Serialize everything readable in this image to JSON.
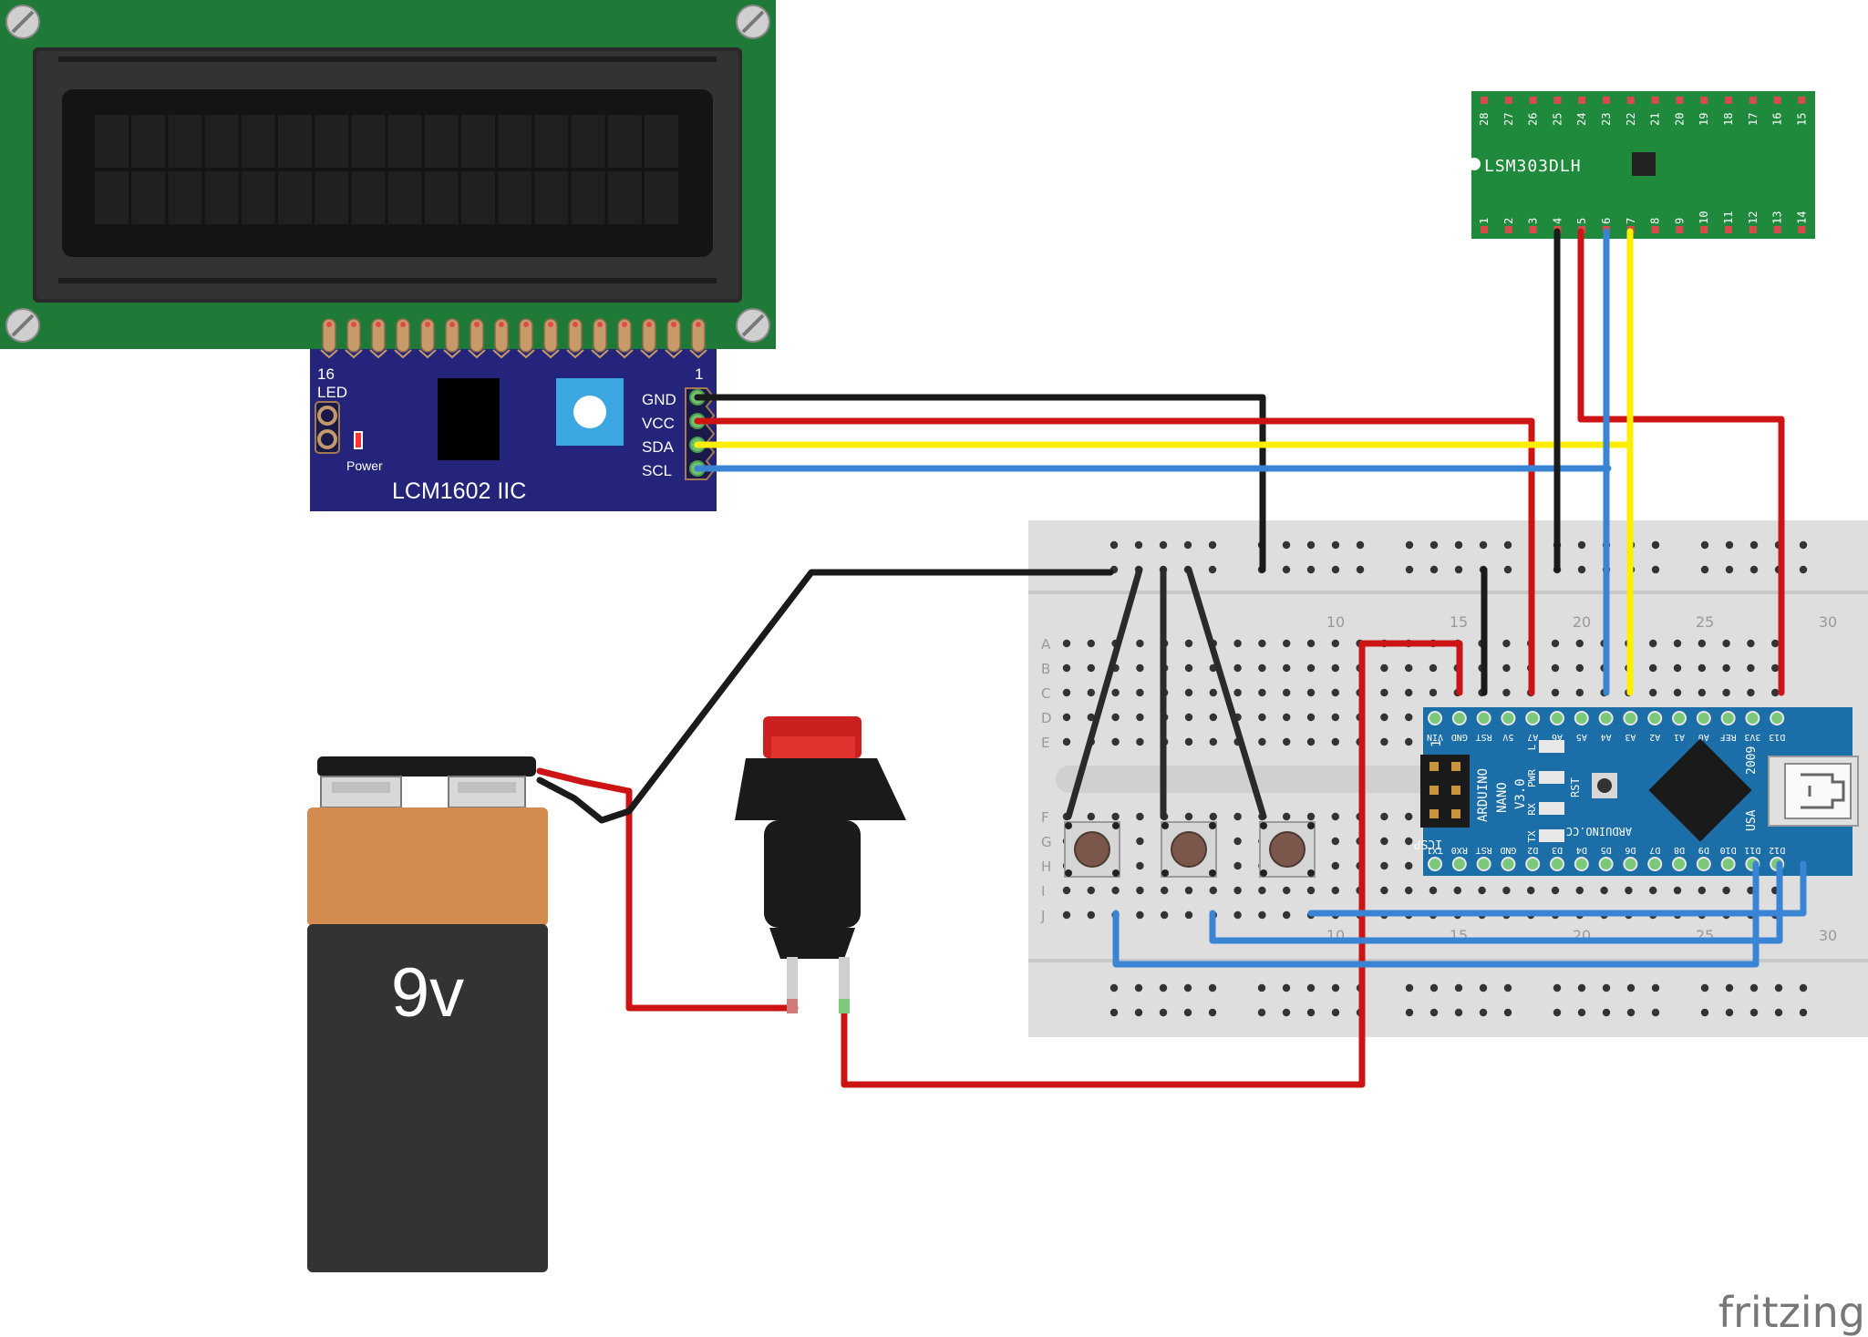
{
  "lcd_backpack": {
    "pin_16": "16",
    "pin_1": "1",
    "led_label": "LED",
    "power_label": "Power",
    "model_label": "LCM1602 IIC",
    "pins": [
      "GND",
      "VCC",
      "SDA",
      "SCL"
    ]
  },
  "accelerometer": {
    "name": "LSM303DLH",
    "top_pins": [
      "28",
      "27",
      "26",
      "25",
      "24",
      "23",
      "22",
      "21",
      "20",
      "19",
      "18",
      "17",
      "16",
      "15"
    ],
    "bottom_pins": [
      "1",
      "2",
      "3",
      "4",
      "5",
      "6",
      "7",
      "8",
      "9",
      "10",
      "11",
      "12",
      "13",
      "14"
    ]
  },
  "breadboard": {
    "rows": [
      "A",
      "B",
      "C",
      "D",
      "E",
      "F",
      "G",
      "H",
      "I",
      "J"
    ],
    "col_numbers_top": [
      "10",
      "15",
      "20",
      "25",
      "30"
    ],
    "col_numbers_bottom": [
      "10",
      "15",
      "20",
      "25",
      "30"
    ]
  },
  "arduino": {
    "top_pins": [
      "D12",
      "D11",
      "D10",
      "D9",
      "D8",
      "D7",
      "D6",
      "D5",
      "D4",
      "D3",
      "D2",
      "GND",
      "RST",
      "RX0",
      "TX1"
    ],
    "bottom_pins": [
      "D13",
      "3V3",
      "REF",
      "A0",
      "A1",
      "A2",
      "A3",
      "A4",
      "A5",
      "A6",
      "A7",
      "5V",
      "RST",
      "GND",
      "VIN"
    ],
    "labels": [
      "ARDUINO",
      "NANO",
      "V3.0"
    ],
    "icsp": "ICSP",
    "led_labels": [
      "L",
      "PWR",
      "RX",
      "TX"
    ],
    "rst_label": "RST",
    "brand": "ARDUINO.CC",
    "year": "2009",
    "country": "USA",
    "pin1": "1"
  },
  "battery": {
    "label": "9v"
  },
  "watermark": {
    "text": "fritzing"
  },
  "colors": {
    "wire_black": "#1a1a1a",
    "wire_red": "#cc1414",
    "wire_yellow": "#ffee00",
    "wire_blue": "#3a84d6",
    "lcd_green": "#1e7a36",
    "backpack_blue": "#24247a",
    "arduino_blue": "#1b6ea8",
    "lsm_green": "#1f8a3c"
  }
}
